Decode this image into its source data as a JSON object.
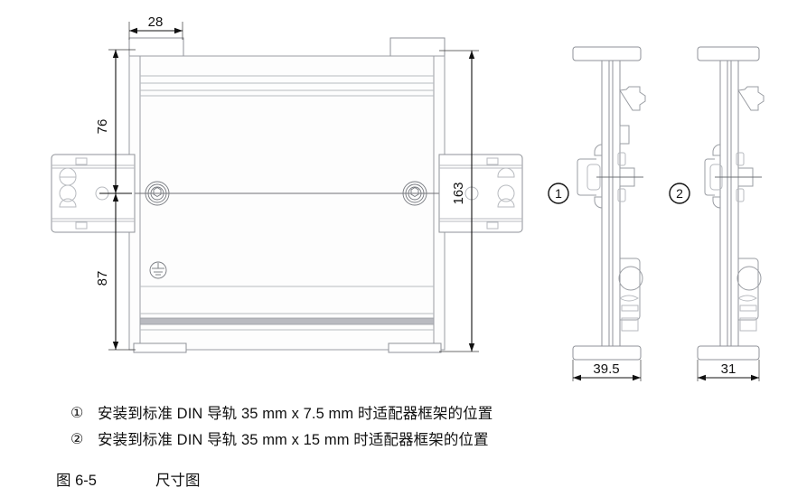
{
  "figure": {
    "caption_number": "图 6-5",
    "caption_title": "尺寸图"
  },
  "legend": {
    "items": [
      {
        "marker": "①",
        "text": "安装到标准 DIN 导轨 35 mm x 7.5 mm 时适配器框架的位置"
      },
      {
        "marker": "②",
        "text": "安装到标准 DIN 导轨 35 mm x 15 mm 时适配器框架的位置"
      }
    ]
  },
  "dimensions": {
    "top_width": "28",
    "left_upper": "76",
    "left_lower": "87",
    "right_height": "163",
    "profile1_width": "39.5",
    "profile2_width": "31"
  },
  "callouts": {
    "profile_1": "1",
    "profile_2": "2"
  },
  "symbols": {
    "ground": "protective-earth-symbol",
    "screw": "screw-head-symbol"
  },
  "colors": {
    "line": "#8f9298",
    "dim_line": "#111111",
    "band": "#b9bac0",
    "background": "#ffffff"
  }
}
